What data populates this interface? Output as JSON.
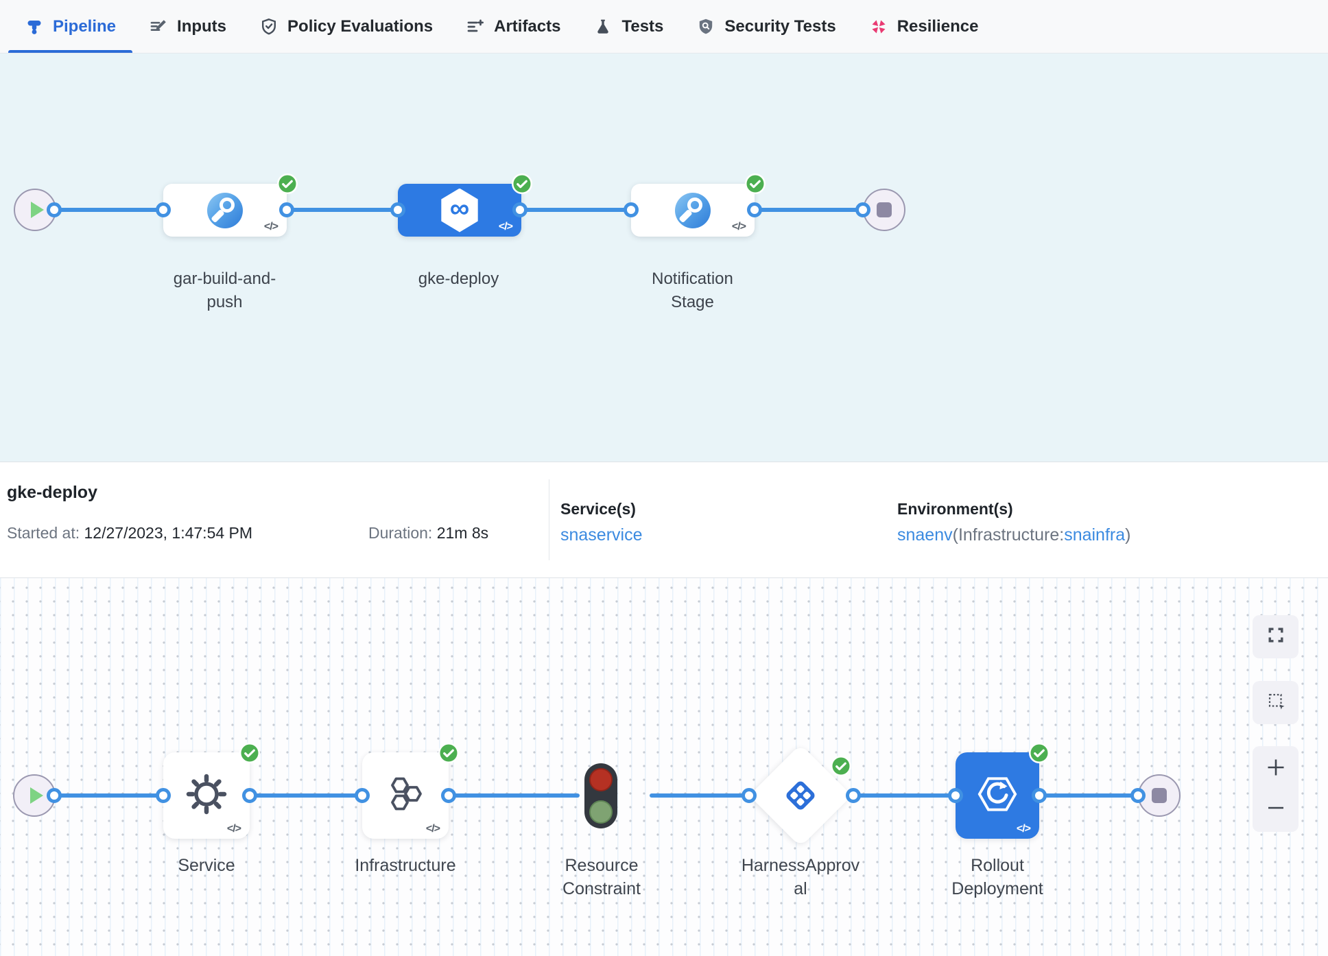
{
  "tabs": {
    "items": [
      {
        "label": "Pipeline",
        "icon": "pipeline-icon",
        "active": true
      },
      {
        "label": "Inputs",
        "icon": "inputs-pencil-icon",
        "active": false
      },
      {
        "label": "Policy Evaluations",
        "icon": "shield-check-icon",
        "active": false
      },
      {
        "label": "Artifacts",
        "icon": "list-plus-icon",
        "active": false
      },
      {
        "label": "Tests",
        "icon": "flask-icon",
        "active": false
      },
      {
        "label": "Security Tests",
        "icon": "shield-search-icon",
        "active": false
      },
      {
        "label": "Resilience",
        "icon": "chaos-pinwheel-icon",
        "active": false
      }
    ]
  },
  "ui": {
    "code_chip": "</>",
    "deploy_glyph": "∞"
  },
  "stage_graph": {
    "stages": [
      {
        "name": "gar-build-and-push",
        "type": "custom-stage",
        "status": "success",
        "selected": false
      },
      {
        "name": "gke-deploy",
        "type": "deployment-stage",
        "status": "success",
        "selected": true
      },
      {
        "name": "Notification Stage",
        "type": "custom-stage",
        "status": "success",
        "selected": false
      }
    ]
  },
  "summary": {
    "title": "gke-deploy",
    "started_label": "Started at:",
    "started_value": "12/27/2023, 1:47:54 PM",
    "duration_label": "Duration:",
    "duration_value": "21m 8s",
    "services_label": "Service(s)",
    "services_value": "snaservice",
    "environments_label": "Environment(s)",
    "environment_link": "snaenv",
    "environment_paren_open": "(Infrastructure:",
    "environment_infra_link": "snainfra",
    "environment_paren_close": ")"
  },
  "execution_graph": {
    "steps": [
      {
        "name": "Service",
        "type": "service-config",
        "status": "success"
      },
      {
        "name": "Infrastructure",
        "type": "infrastructure",
        "status": "success"
      },
      {
        "name": "Resource Constraint",
        "type": "resource-constraint",
        "status": "success"
      },
      {
        "name": "HarnessApproval",
        "type": "approval",
        "status": "success"
      },
      {
        "name": "Rollout Deployment",
        "type": "k8s-rollout",
        "status": "success"
      }
    ]
  },
  "colors": {
    "accent_blue": "#2b6bd7",
    "connector_blue": "#4191e2",
    "selected_stage_blue": "#2d7ae3",
    "success_green": "#4caf50",
    "link_blue": "#3b8ae0",
    "resilience_pink": "#e93a72",
    "stage_canvas_bg": "#e9f4f8"
  }
}
